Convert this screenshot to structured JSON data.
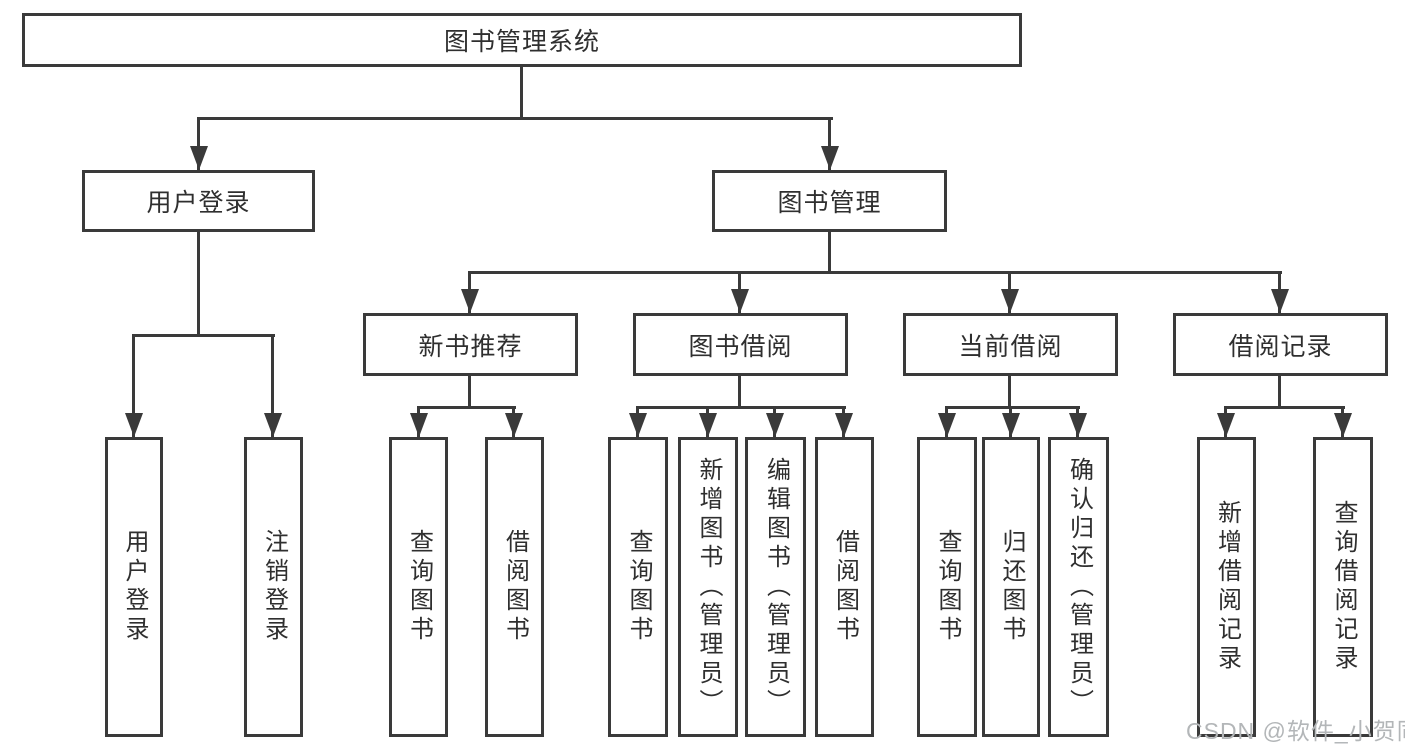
{
  "diagram": {
    "root_label": "图书管理系统",
    "login": {
      "label": "用户登录",
      "children": [
        "用户登录",
        "注销登录"
      ]
    },
    "management": {
      "label": "图书管理",
      "groups": [
        {
          "label": "新书推荐",
          "children": [
            "查询图书",
            "借阅图书"
          ]
        },
        {
          "label": "图书借阅",
          "children": [
            "查询图书",
            "新增图书（管理员）",
            "编辑图书（管理员）",
            "借阅图书"
          ]
        },
        {
          "label": "当前借阅",
          "children": [
            "查询图书",
            "归还图书",
            "确认归还（管理员）"
          ]
        },
        {
          "label": "借阅记录",
          "children": [
            "新增借阅记录",
            "查询借阅记录"
          ]
        }
      ]
    }
  },
  "watermark": {
    "text": "CSDN @软件_小贺同学"
  },
  "colors": {
    "line": "#3a3a3a",
    "text": "#2f2f2f",
    "watermark": "#b3b6b8",
    "background": "#ffffff"
  }
}
